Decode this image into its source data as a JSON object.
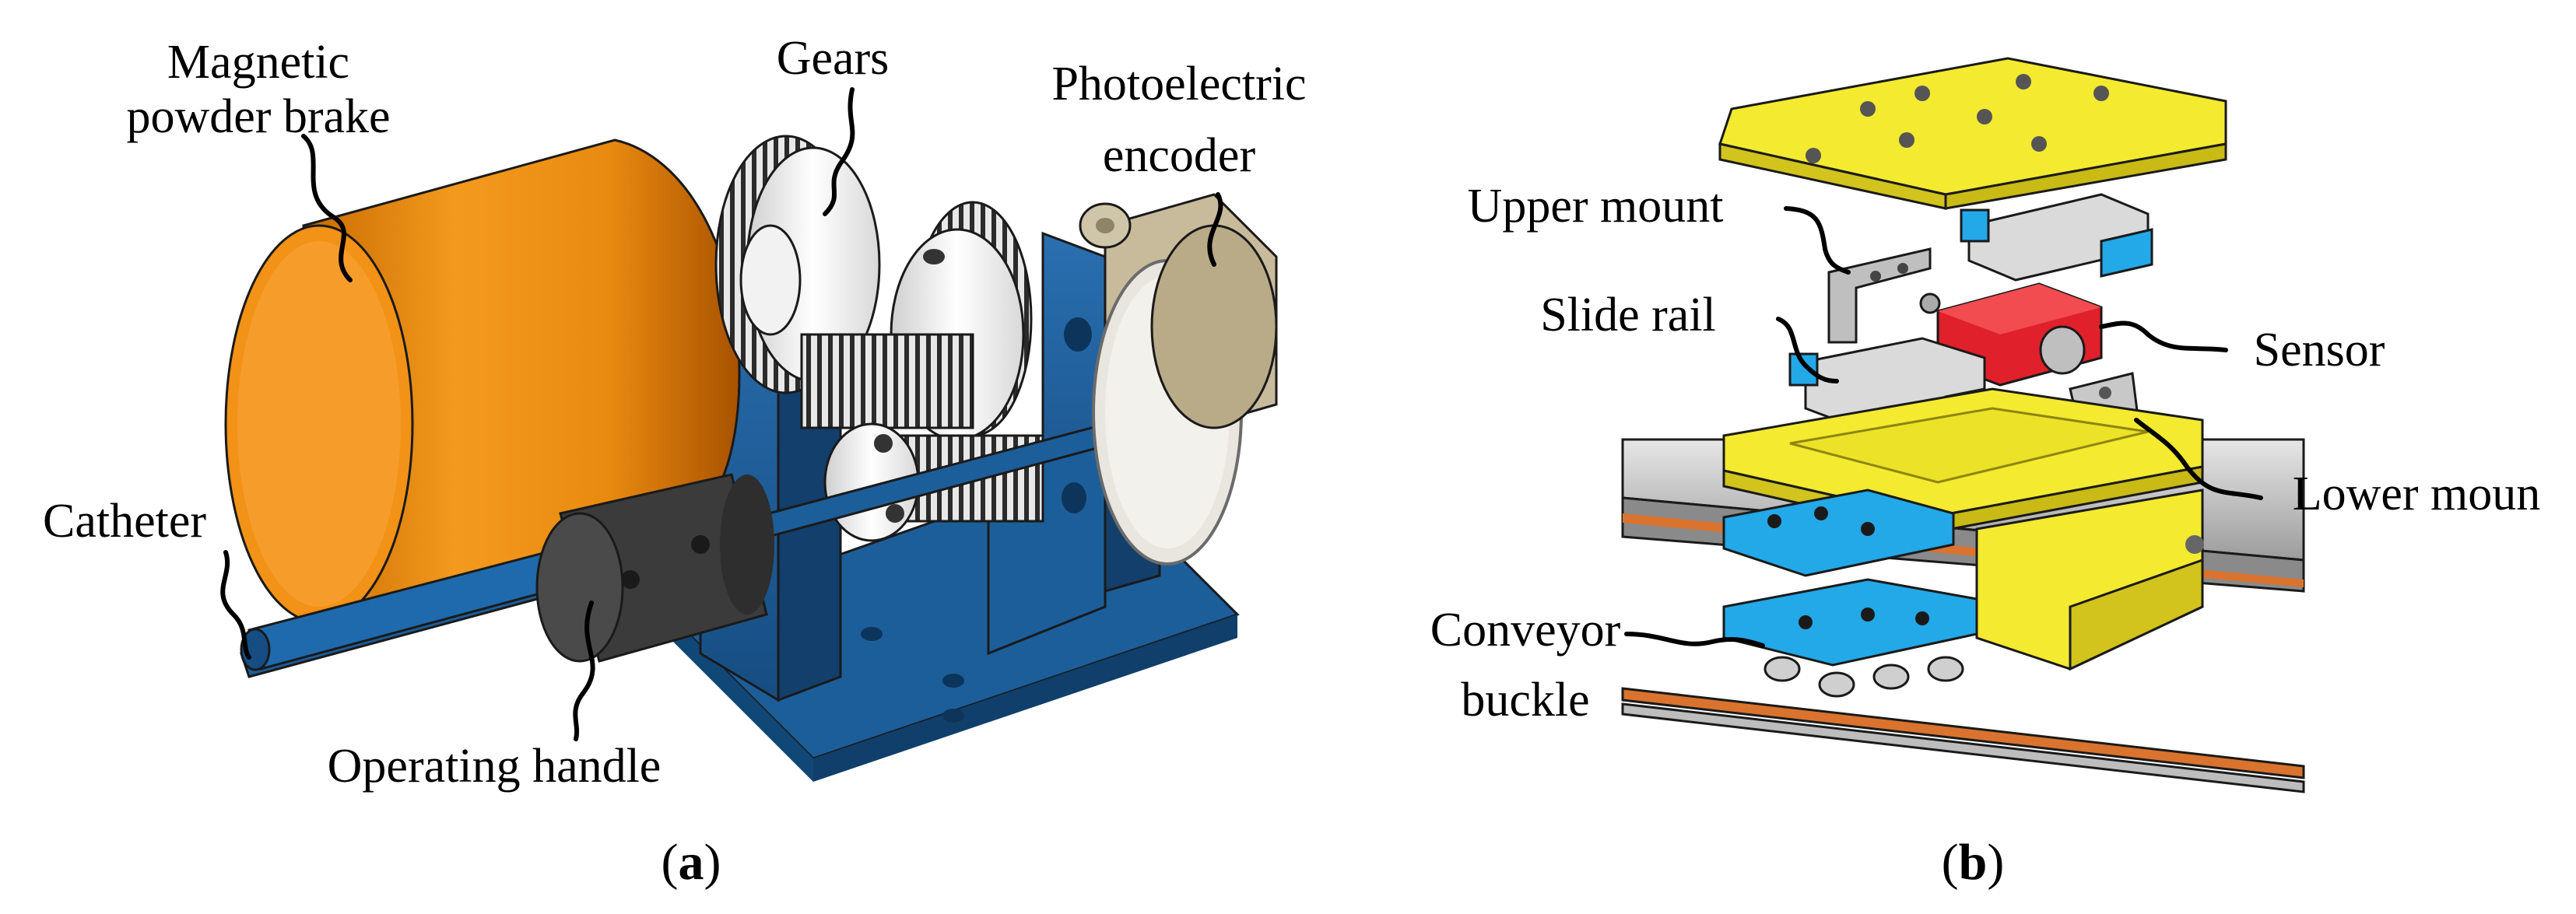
{
  "panel_a": {
    "labels": {
      "brake_line1": "Magnetic",
      "brake_line2": "powder brake",
      "gears": "Gears",
      "encoder_line1": "Photoelectric",
      "encoder_line2": "encoder",
      "catheter": "Catheter",
      "handle": "Operating handle"
    },
    "caption_letter": "a"
  },
  "panel_b": {
    "labels": {
      "upper_mount": "Upper mount",
      "slide_rail": "Slide rail",
      "sensor": "Sensor",
      "lower_mount": "Lower moun",
      "conveyor_line1": "Conveyor",
      "conveyor_line2": "buckle"
    },
    "caption_letter": "b"
  },
  "colors": {
    "brake_orange": "#e98a10",
    "frame_blue": "#1c5e9a",
    "mount_yellow": "#f4ea2f",
    "sensor_red": "#e0202a",
    "block_cyan": "#23a8e8",
    "encoder_tan": "#c7bb9c",
    "handle_dark": "#3b3b3b",
    "rail_gray": "#cfcfcf",
    "belt_orange": "#d9732e"
  }
}
